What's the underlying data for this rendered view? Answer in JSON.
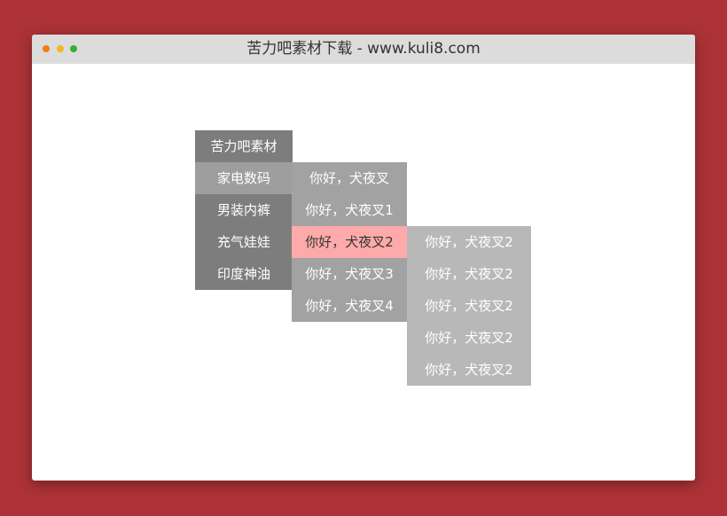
{
  "window": {
    "title": "苦力吧素材下载 - www.kuli8.com"
  },
  "menu": {
    "level1": [
      {
        "label": "苦力吧素材"
      },
      {
        "label": "家电数码"
      },
      {
        "label": "男装内裤"
      },
      {
        "label": "充气娃娃"
      },
      {
        "label": "印度神油"
      }
    ],
    "level2": [
      {
        "label": "你好，犬夜叉"
      },
      {
        "label": "你好，犬夜叉1"
      },
      {
        "label": "你好，犬夜叉2"
      },
      {
        "label": "你好，犬夜叉3"
      },
      {
        "label": "你好，犬夜叉4"
      }
    ],
    "level3": [
      {
        "label": "你好，犬夜叉2"
      },
      {
        "label": "你好，犬夜叉2"
      },
      {
        "label": "你好，犬夜叉2"
      },
      {
        "label": "你好，犬夜叉2"
      },
      {
        "label": "你好，犬夜叉2"
      }
    ]
  },
  "colors": {
    "background": "#ac3237",
    "level1": "#7d7d7d",
    "level1_active": "#9e9e9e",
    "level2": "#a2a2a2",
    "level2_active": "#ffaaaa",
    "level3": "#b8b8b8"
  }
}
